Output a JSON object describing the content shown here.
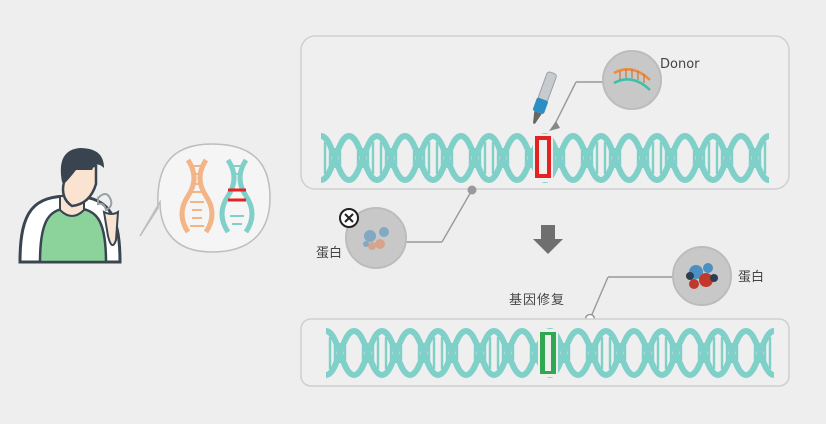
{
  "labels": {
    "donor": "Donor",
    "protein_left": "蛋白",
    "protein_right": "蛋白",
    "gene_repair": "基因修复"
  },
  "colors": {
    "background": "#eeeeee",
    "panel": "#efefef",
    "panel_border": "#cfcfcf",
    "dna_teal": "#7fd0c8",
    "dna_orange": "#f3b487",
    "cut_red": "#e32222",
    "repair_green": "#2fa84f",
    "circle_gray": "#c8c8c8",
    "shirt_green": "#8bd39a",
    "hair": "#394450"
  },
  "icons": {
    "scalpel": "scalpel-icon",
    "cancel": "cancel-x-icon",
    "arrow": "down-arrow-icon",
    "person": "person-icon"
  }
}
